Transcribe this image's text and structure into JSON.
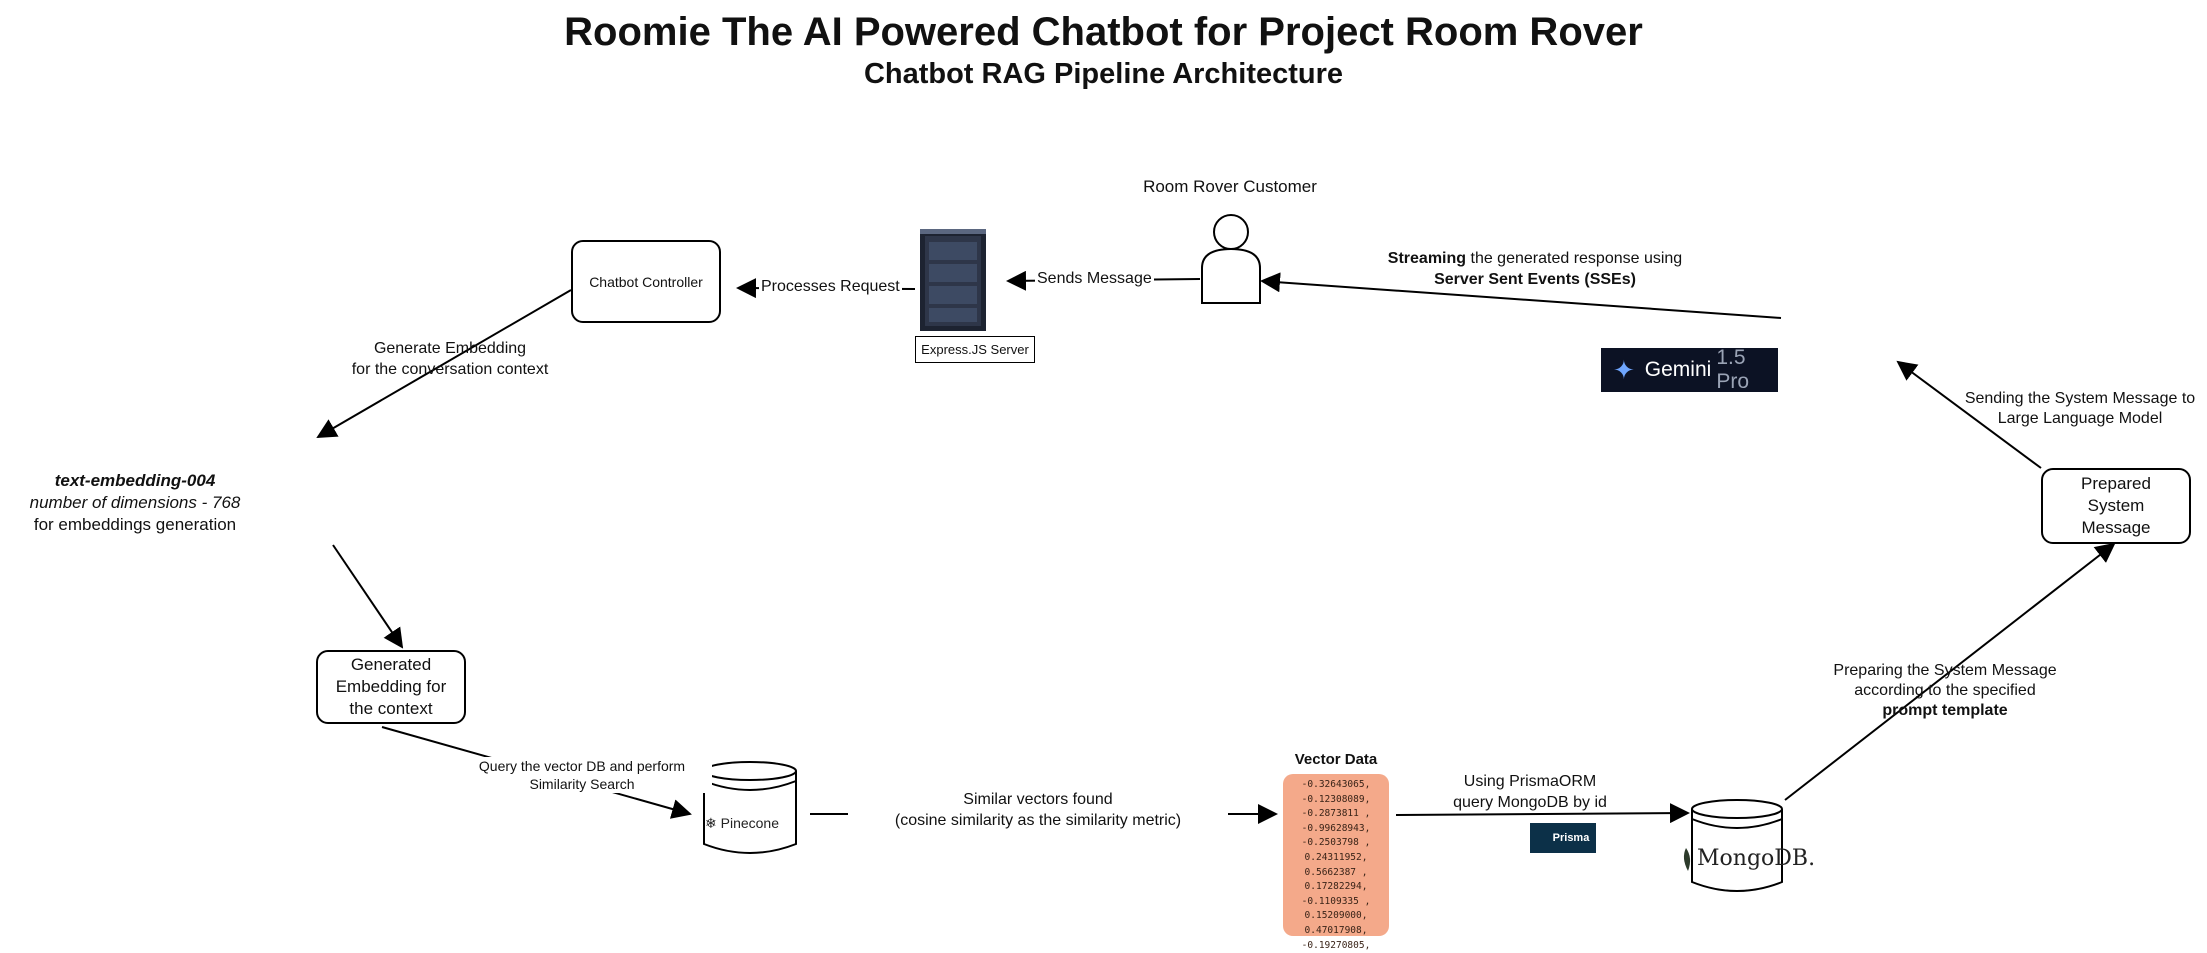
{
  "title": "Roomie The AI Powered Chatbot for Project Room Rover",
  "subtitle": "Chatbot RAG Pipeline Architecture",
  "nodes": {
    "customer_label": "Room Rover Customer",
    "server_label": "Express.JS Server",
    "controller_label": "Chatbot Controller",
    "embedding_model": {
      "name": "text-embedding-004",
      "dims": "number of dimensions - 768",
      "purpose": "for embeddings generation"
    },
    "generated_embedding": "Generated Embedding for the context",
    "pinecone_label": "Pinecone",
    "vector_data_title": "Vector Data",
    "vector_values": [
      "-0.32643065,",
      "-0.12308089,",
      "-0.2873811 ,",
      "-0.99628943,",
      "-0.2503798 ,",
      "0.24311952,",
      "0.5662387 ,",
      "0.17282294,",
      "-0.1109335 ,",
      "0.15209000,",
      "0.47017908,",
      "-0.19270805,"
    ],
    "prisma_label": "Prisma",
    "mongodb_label": "MongoDB.",
    "prepared_message": "Prepared System Message",
    "gemini": {
      "name": "Gemini",
      "version": "1.5 Pro"
    }
  },
  "edges": {
    "sends_message": "Sends Message",
    "processes_request": "Processes Request",
    "generate_embedding": [
      "Generate Embedding",
      "for the conversation context"
    ],
    "query_vector_db": [
      "Query the vector DB and perform",
      "Similarity Search"
    ],
    "similar_vectors": [
      "Similar vectors found",
      "(cosine similarity as the similarity metric)"
    ],
    "prisma_query": [
      "Using PrismaORM",
      "query MongoDB by id"
    ],
    "preparing_message": [
      "Preparing the System Message",
      "according to the specified",
      "prompt template"
    ],
    "sending_to_llm": [
      "Sending the System Message to",
      "Large Language Model"
    ],
    "streaming_bold": "Streaming",
    "streaming_rest": " the generated response using",
    "sse": "Server Sent Events (SSEs)"
  },
  "colors": {
    "accent_teal": "#14a88a",
    "vector_bg": "#f4a98a",
    "gemini_bg": "#0c1224",
    "prisma_bg": "#0c3048"
  }
}
